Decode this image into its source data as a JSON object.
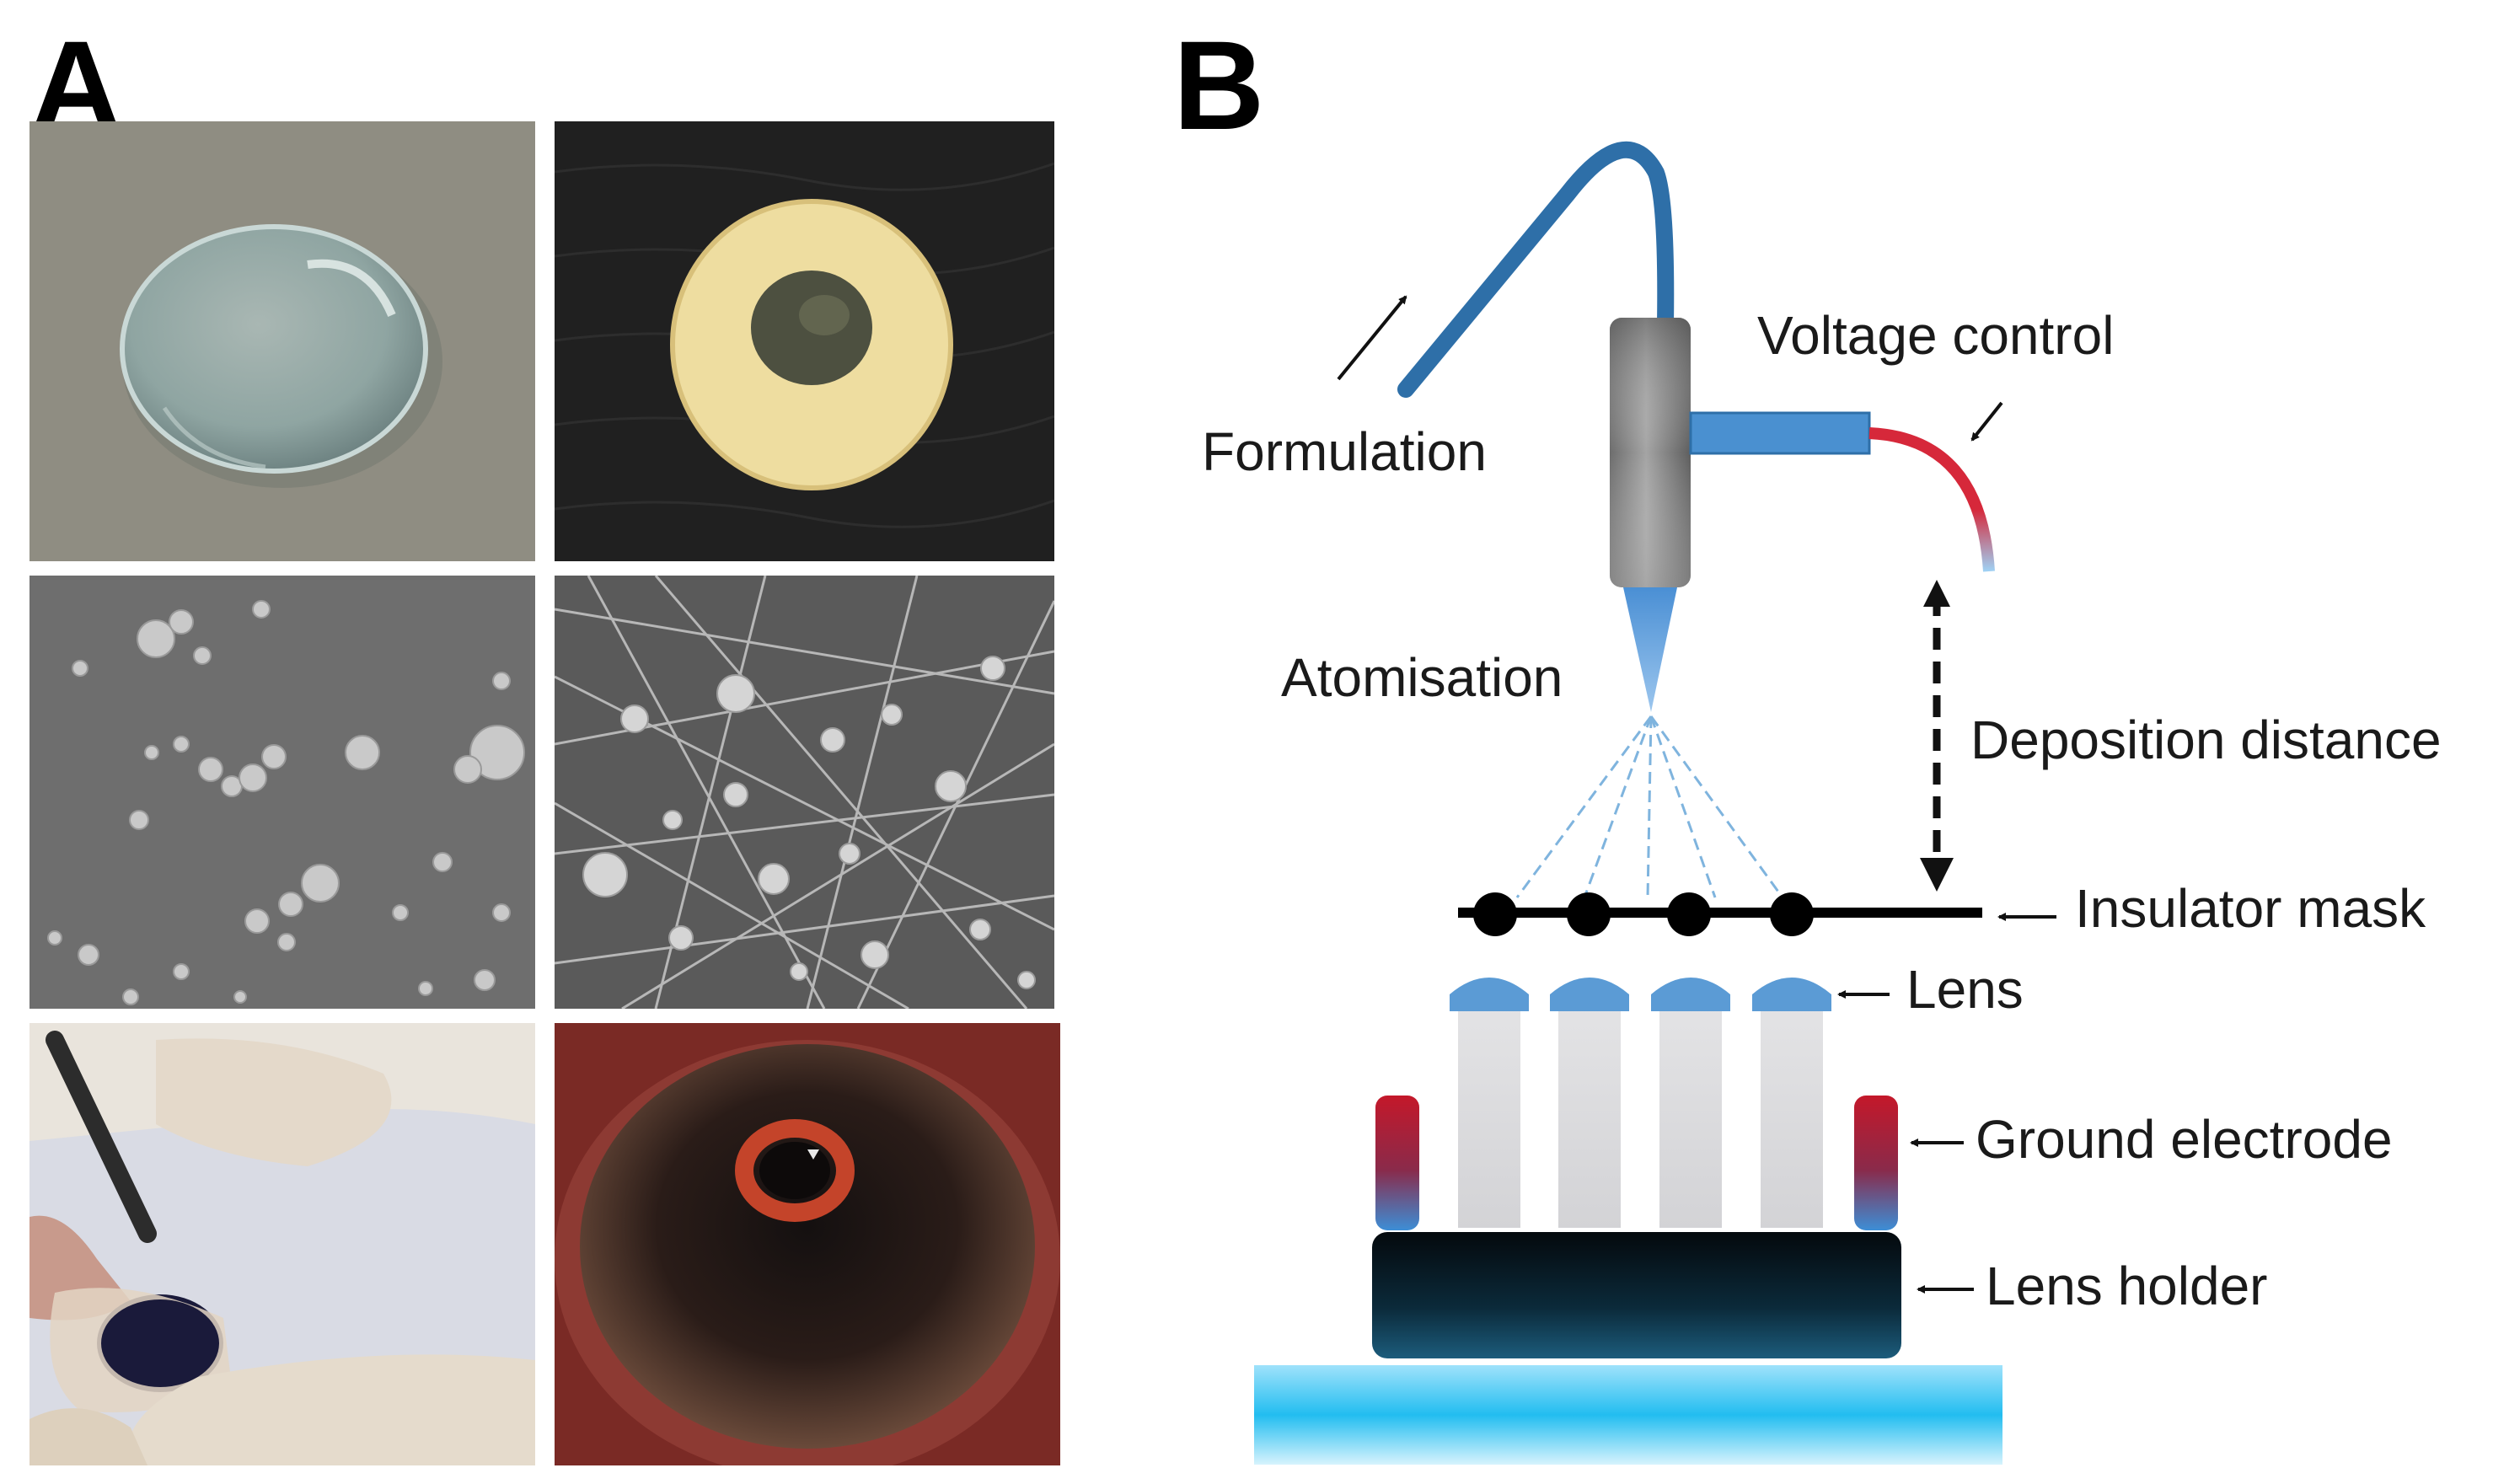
{
  "panels": {
    "a_label": "A",
    "b_label": "B"
  },
  "panel_a": {
    "images": [
      {
        "name": "transparent contact lens on grey surface",
        "icon": "contact-lens-photo"
      },
      {
        "name": "coated lens with yellow ring on black surface",
        "icon": "coated-lens-photo"
      },
      {
        "name": "SEM micrograph of spherical particles",
        "icon": "sem-particles-photo"
      },
      {
        "name": "SEM micrograph of fibres and particles",
        "icon": "sem-fibres-photo"
      },
      {
        "name": "gloved hands handling eye with scalpel",
        "icon": "dissection-photo"
      },
      {
        "name": "eye with orange ring lens on cornea",
        "icon": "eye-lens-photo"
      }
    ]
  },
  "panel_b": {
    "labels": {
      "formulation": "Formulation",
      "voltage_control": "Voltage control",
      "atomisation": "Atomisation",
      "deposition_distance": "Deposition distance",
      "insulator_mask": "Insulator mask",
      "lens": "Lens",
      "ground_electrode": "Ground electrode",
      "lens_holder": "Lens holder"
    },
    "colors": {
      "tube": "#2e6fa8",
      "nozzle_body": "#8d8d8d",
      "voltage_connector": "#4a90d0",
      "voltage_wire": "#d6283a",
      "lens_cap": "#5b9bd5",
      "lens_column": "#dcdcdc",
      "electrode": "#c4182a",
      "holder": "#0b2a3a",
      "base": "#33c4f0"
    }
  }
}
